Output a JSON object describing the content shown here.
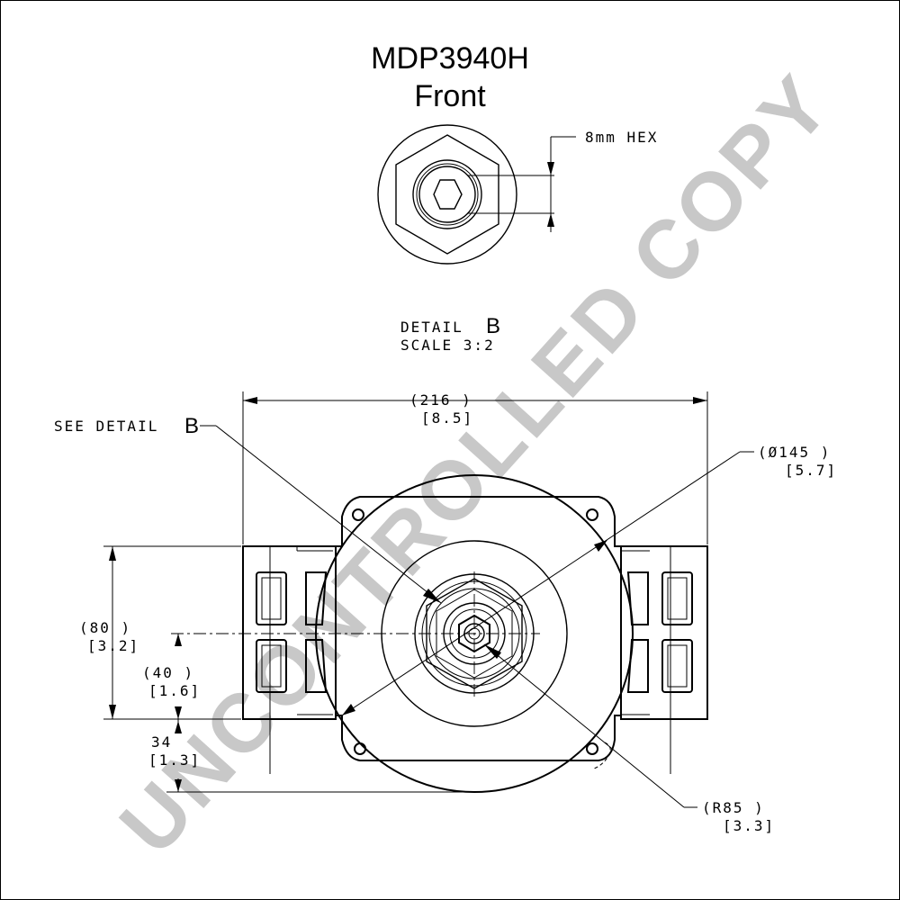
{
  "drawing": {
    "part_number": "MDP3940H",
    "view_name": "Front",
    "watermark": "UNCONTROLLED COPY"
  },
  "detail_view": {
    "hex_label": "8mm HEX",
    "title_word": "DETAIL",
    "title_letter": "B",
    "scale_label": "SCALE  3:2"
  },
  "callouts": {
    "see_detail_text": "SEE DETAIL",
    "see_detail_letter": "B"
  },
  "dimensions": {
    "width_mm": "(216   )",
    "width_in": "[8.5]",
    "diameter_mm": "(Ø145   )",
    "diameter_in": "[5.7]",
    "height_mm": "(80    )",
    "height_in": "[3.2]",
    "half_height_mm": "(40    )",
    "half_height_in": "[1.6]",
    "offset_mm": "34",
    "offset_in": "[1.3]",
    "radius_mm": "(R85    )",
    "radius_in": "[3.3]"
  }
}
